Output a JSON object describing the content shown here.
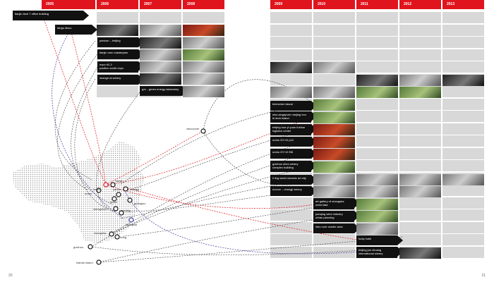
{
  "years": [
    "2005",
    "2006",
    "2007",
    "2008",
    "2009",
    "2010",
    "2011",
    "2012",
    "2013"
  ],
  "projects_left": [
    {
      "label": "tianjin land 7 office building"
    },
    {
      "label": "tango disco"
    },
    {
      "label": "parkour – beijing"
    },
    {
      "label": "tianjin omc masterplan"
    },
    {
      "label": "expo b2-2\npavilion world expo"
    },
    {
      "label": "shangri-la winery"
    },
    {
      "label": "goi – green energy laboratory"
    }
  ],
  "projects_right": [
    {
      "label": "beimchen island"
    },
    {
      "label": "sino-singapore nanjing eco\nhi-tech island"
    },
    {
      "label": "beijing hua yi yuan fushun\nlogistics center"
    },
    {
      "label": "ordos 20+10 p12"
    },
    {
      "label": "ordos 20+10 f06"
    },
    {
      "label": "guizhou shen winery\ncomplex building"
    },
    {
      "label": "li ling world ceramic art city"
    },
    {
      "label": "moove – changji winery"
    },
    {
      "label": "art gallery of changsha\nmeixi lake"
    },
    {
      "label": "panqing wine industry\nurban planning"
    },
    {
      "label": "inbo core cluster area"
    },
    {
      "label": "tooly hotel"
    },
    {
      "label": "beijing jun zhuang\ninternational winery"
    }
  ],
  "cities": [
    "vancouver",
    "beijing",
    "tianjin",
    "changji",
    "yantai",
    "ordos",
    "hebei",
    "guangluo",
    "zhengzhou",
    "nanjing",
    "shanghai",
    "changsha",
    "lixing",
    "guizhou",
    "hainan island"
  ],
  "page_numbers": {
    "left": "20",
    "right": "21"
  }
}
